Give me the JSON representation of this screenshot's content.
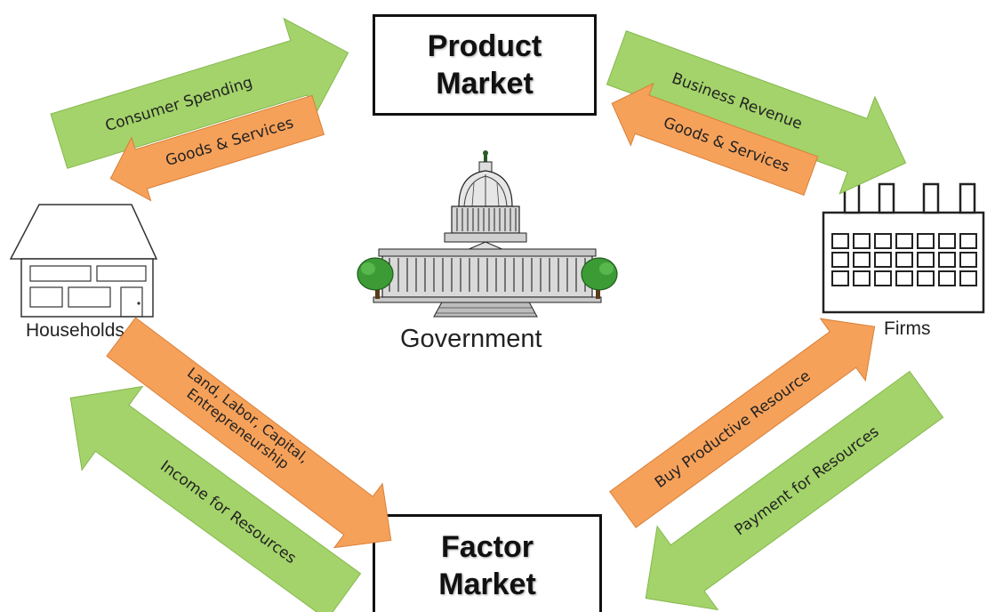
{
  "colors": {
    "green": "#a3d36a",
    "green_edge": "#86b84e",
    "orange": "#f6a15a",
    "orange_edge": "#d97f38",
    "box_border": "#111111"
  },
  "product_market": {
    "line1": "Product",
    "line2": "Market"
  },
  "factor_market": {
    "line1": "Factor",
    "line2": "Market"
  },
  "households": {
    "label": "Households",
    "icon": "house-icon"
  },
  "firms": {
    "label": "Firms",
    "icon": "factory-icon"
  },
  "government": {
    "label": "Government",
    "icon": "capitol-building-icon"
  },
  "flows": {
    "consumer_spending": "Consumer Spending",
    "goods_services_left": "Goods & Services",
    "business_revenue": "Business Revenue",
    "goods_services_right": "Goods & Services",
    "land_labor": [
      "Land, Labor, Capital,",
      "Entrepreneurship"
    ],
    "income_for_resources": "Income for Resources",
    "buy_productive_resource": "Buy Productive Resource",
    "payment_for_resources": "Payment for Resources"
  }
}
